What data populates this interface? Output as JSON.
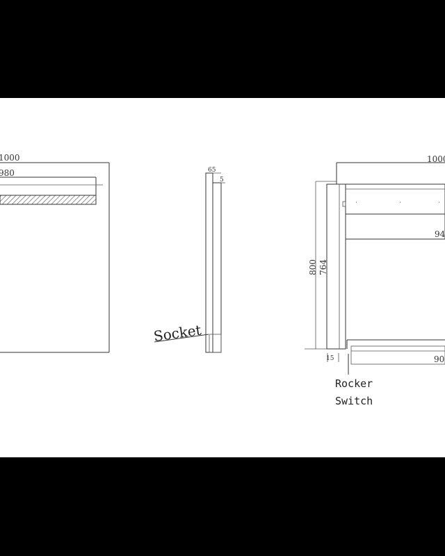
{
  "diagram": {
    "front_view": {
      "dim_width": "1000",
      "dim_inner": "980"
    },
    "side_view": {
      "dim_depth": "65",
      "dim_thin": "5",
      "socket_label": "Socket"
    },
    "rear_view": {
      "dim_width": "1000",
      "dim_height": "800",
      "dim_inner_height": "764",
      "dim_shelf": "94",
      "dim_offset": "15",
      "dim_bottom": "90",
      "switch_label_line1": "Rocker",
      "switch_label_line2": "Switch"
    }
  }
}
